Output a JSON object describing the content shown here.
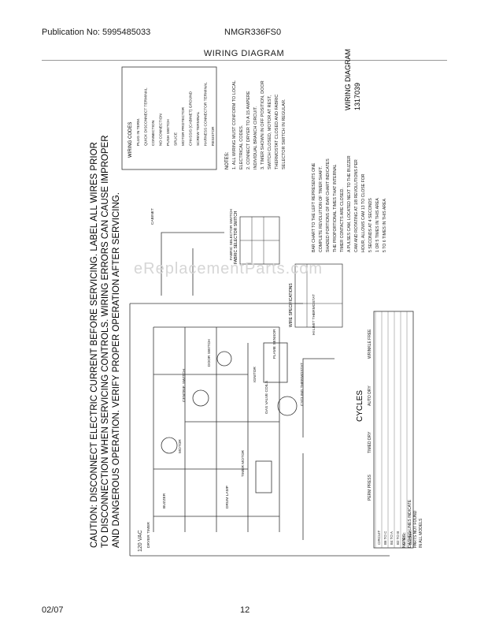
{
  "header": {
    "publication": "Publication No: 5995485033",
    "model": "NMGR336FS0",
    "title": "WIRING DIAGRAM"
  },
  "footer": {
    "date": "02/07",
    "page": "12"
  },
  "watermark": "eReplacementParts.com",
  "diagram": {
    "caution": [
      "CAUTION: DISCONNECT ELECTRIC CURRENT BEFORE SERVICING. LABEL ALL WIRES PRIOR",
      "TO DISCONNECTION WHEN SERVICING CONTROLS. WIRING ERRORS CAN CAUSE IMPROPER",
      "AND DANGEROUS OPERATION. VERIFY PROPER OPERATION AFTER SERVICING."
    ],
    "voltage": "120 VAC",
    "wiring_codes_title": "WIRING CODES",
    "wiring_codes": [
      "PLUG IN TERM.",
      "QUICK DISCONNECT TERMINAL",
      "CONNECTION",
      "NO CONNECTION",
      "PUSH SWITCH",
      "SPLICE",
      "MOTOR PROTECTOR",
      "CHASSIS (CABINET) GROUND",
      "SCREW TERMINAL",
      "HARNESS CONNECTOR TERMINAL",
      "RESISTOR"
    ],
    "notes_title": "NOTES:",
    "notes": [
      "1. ALL WIRING MUST CONFORM TO LOCAL",
      "ELECTRICAL CODES.",
      "2. CONNECT DRYER TO A 15 AMPERE",
      "INDIVIDUAL BRANCH CIRCUIT.",
      "3. TIMER SHOWN IN OFF POSITION, DOOR",
      "SWITCH CLOSED, MOTOR AT REST,",
      "THERMOSTAT CLOSED AND FABRIC",
      "SELECTOR SWITCH IN REGULAR."
    ],
    "diagram_title": "WIRING DIAGRAM",
    "diagram_number": "1317039",
    "components": [
      "DRYER TIMER",
      "BUZZER",
      "MOTOR",
      "CENTRIF. SWITCH",
      "DOOR SWITCH",
      "DRUM LAMP",
      "TIMER MOTOR",
      "IGNITOR",
      "FLAME SENSOR",
      "GAS VALVE COILS",
      "HI LIMIT THERMOSTAT",
      "FABRIC SELECTOR SWITCH",
      "CABINET",
      "CYCLING THERMOSTAT"
    ],
    "bar_chart_note": [
      "BAR CHART TO THE LEFT REPRESENTS ONE",
      "COMPLETE REVOLUTION OF TIMER SHAFT.",
      "SHADED PORTIONS OF BAR CHART INDICATES",
      "THE PROPORTIONAL TIMES THAT INTERNAL",
      "TIMER CONTACTS ARE CLOSED.",
      "A PULSES CAM, LOCATED NEXT TO THE BUZZER",
      "CAM AND ROTATING AT 1/8 REVOLUTIONS PER",
      "HOUR, ALLOWS CAM 13 TO CLOSE FOR",
      "5 SECONDS AT 4 SECONDS",
      "1 OR 5 TIMES IN THIS AREA",
      "5 TO 6 TIMES IN THIS AREA"
    ],
    "cycles_title": "CYCLES",
    "cycle_labels": [
      "PERM PRESS",
      "TIMED DRY",
      "AUTO DRY",
      "WRINKLE FREE"
    ],
    "cycle_circuits": [
      "CIRCUIT",
      "B6 TO C",
      "B4 TO A",
      "B2 TO B",
      "M TO C",
      "BUZZER"
    ],
    "bottom_notes": [
      "NOTES:",
      "DASHED LINES INDICATE",
      "PARTS NOT FOUND",
      "IN ALL MODELS"
    ],
    "wire_specs_title": "WIRE SPECIFICATIONS",
    "fabric_switch_title": "FABRIC SELECTOR SWITCH"
  }
}
